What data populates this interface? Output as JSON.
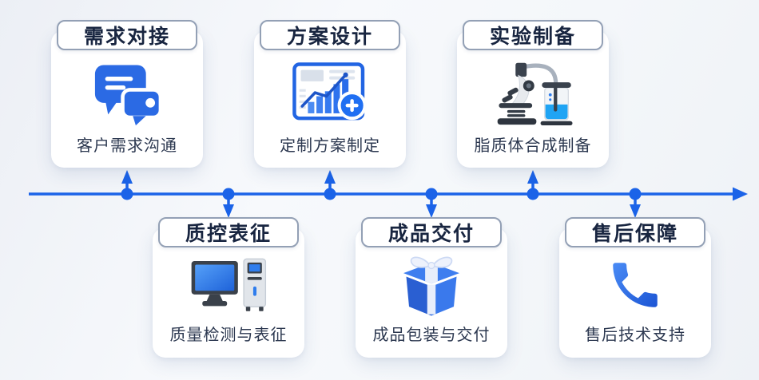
{
  "diagram": {
    "type": "process-timeline",
    "accent_color": "#1b63e8",
    "card_background": "#ffffff",
    "badge_border_color": "#93a0b5",
    "title_text_color": "#182540",
    "caption_text_color": "#2c3850"
  },
  "timeline": {
    "color": "#1b63e8",
    "direction": "left-to-right",
    "node_count": 6,
    "end_arrow": "right-arrow-icon"
  },
  "steps": [
    {
      "title": "需求对接",
      "label": "客户需求沟通",
      "icon": "chat-bubbles-icon",
      "position": "top"
    },
    {
      "title": "方案设计",
      "label": "定制方案制定",
      "icon": "bar-chart-plus-icon",
      "position": "top"
    },
    {
      "title": "实验制备",
      "label": "脂质体合成制备",
      "icon": "microscope-beaker-icon",
      "position": "top"
    },
    {
      "title": "质控表征",
      "label": "质量检测与表征",
      "icon": "computer-workstation-icon",
      "position": "bottom"
    },
    {
      "title": "成品交付",
      "label": "成品包装与交付",
      "icon": "gift-box-icon",
      "position": "bottom"
    },
    {
      "title": "售后保障",
      "label": "售后技术支持",
      "icon": "phone-handset-icon",
      "position": "bottom"
    }
  ]
}
